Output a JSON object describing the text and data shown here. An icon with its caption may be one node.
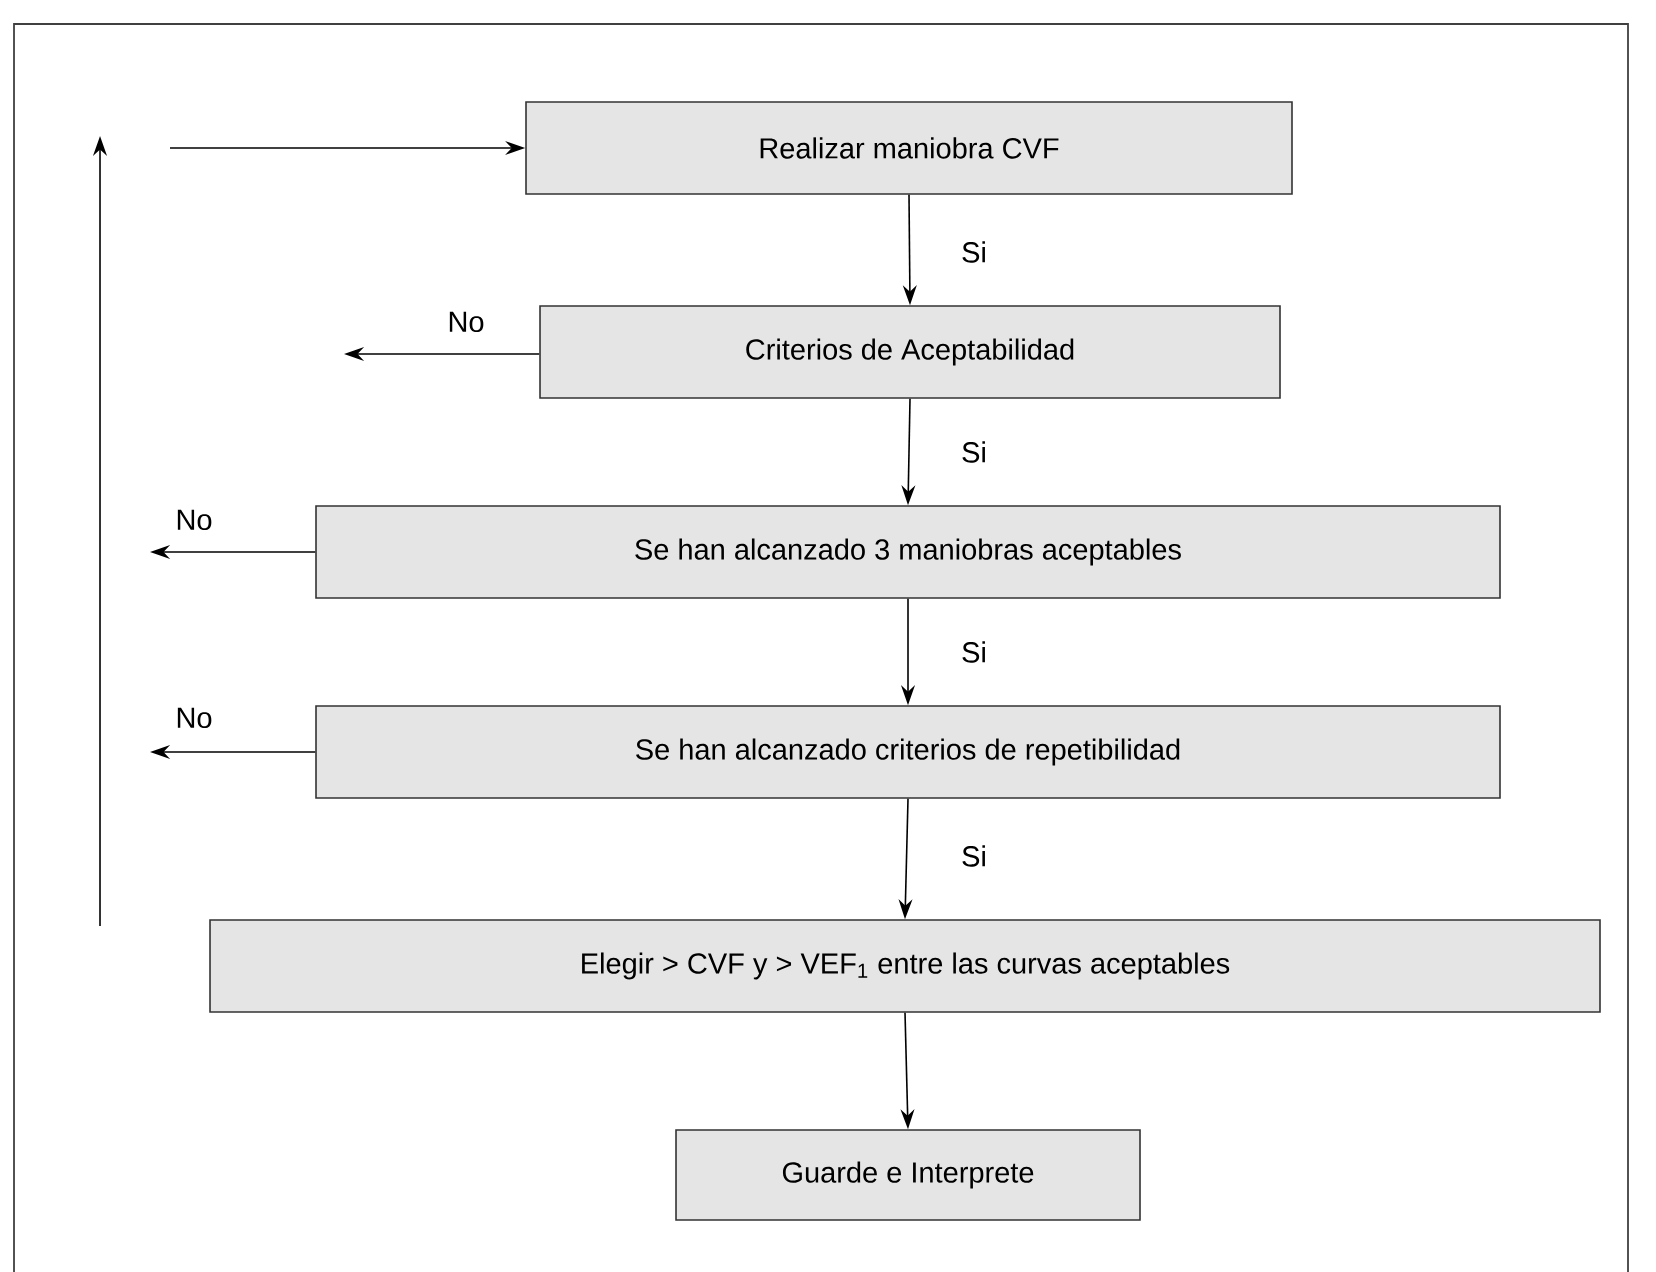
{
  "diagram": {
    "nodes": [
      {
        "text": [
          "Realizar maniobra CVF"
        ]
      },
      {
        "text": [
          "Criterios de Aceptabilidad"
        ]
      },
      {
        "text": [
          "Se han alcanzado 3 maniobras aceptables"
        ]
      },
      {
        "text": [
          "Se han alcanzado criterios de repetibilidad"
        ]
      },
      {
        "text": [
          "Elegir > CVF y > VEF$_{1}$ entre las curvas aceptables"
        ]
      },
      {
        "text": [
          "Guarde e Interprete"
        ]
      }
    ],
    "edges": [
      {
        "from": null,
        "to": 0,
        "arrow": "to"
      },
      {
        "from": 0,
        "to": 1,
        "arrow": "to",
        "label": "Si"
      },
      {
        "from": 1,
        "to": null,
        "arrow": "to",
        "label": "No"
      },
      {
        "from": 1,
        "to": 2,
        "arrow": "to",
        "label": "Si"
      },
      {
        "from": 2,
        "to": null,
        "arrow": "to",
        "label": "No"
      },
      {
        "from": 2,
        "to": 3,
        "arrow": "to",
        "label": "Si"
      },
      {
        "from": 3,
        "to": null,
        "arrow": "to",
        "label": "No"
      },
      {
        "from": 3,
        "to": 4,
        "arrow": "to",
        "label": "Si"
      },
      {
        "from": 4,
        "to": 5,
        "arrow": "to"
      }
    ]
  }
}
